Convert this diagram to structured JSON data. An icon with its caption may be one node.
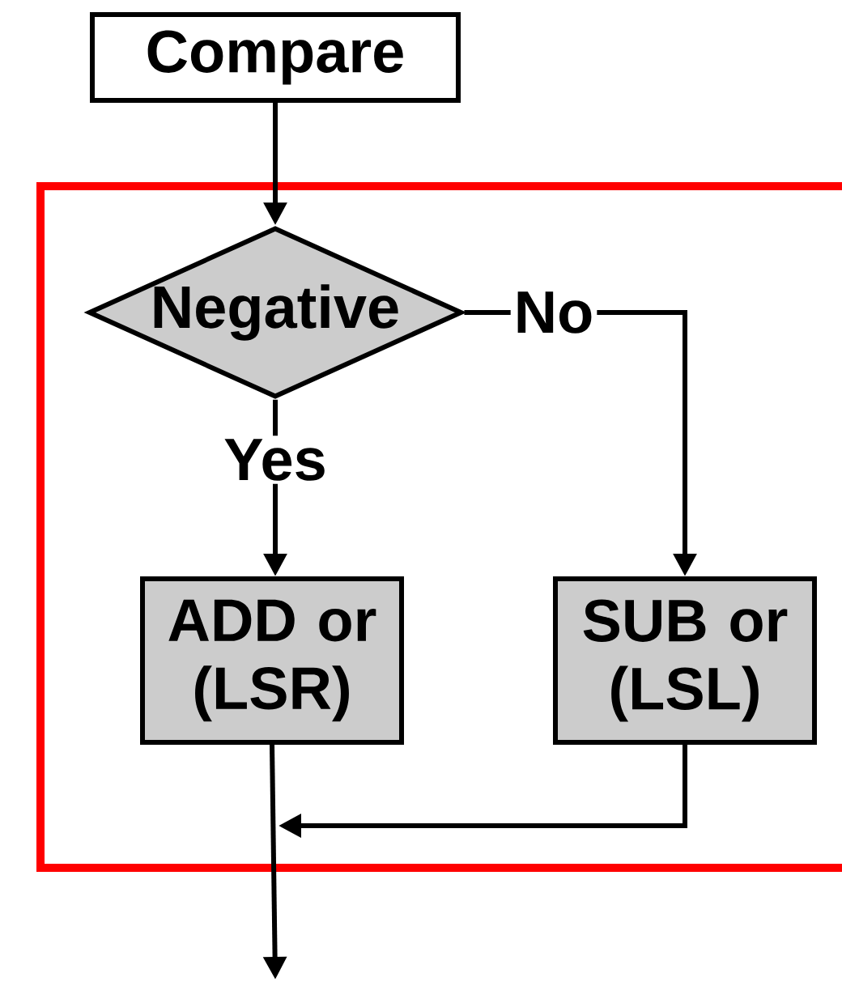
{
  "diagram": {
    "nodes": [
      {
        "text": [
          "Compare"
        ]
      },
      {
        "text": [],
        "shape": "box"
      },
      {
        "text": [
          "Negative"
        ],
        "in": 1
      },
      {
        "text": [
          "ADD or (LSR)"
        ],
        "in": 1
      },
      {
        "text": [
          "SUB or (LSL)"
        ],
        "in": 1
      }
    ],
    "edges": [
      {
        "from": 0,
        "to": 2,
        "arrow": "to"
      },
      {
        "from": 2,
        "to": 3,
        "arrow": "to",
        "label": "Yes"
      },
      {
        "from": 2,
        "to": 4,
        "arrow": "to",
        "label": "No"
      },
      {
        "from": 4,
        "to": null,
        "arrow": "to"
      },
      {
        "from": 3,
        "to": null,
        "arrow": "to"
      }
    ]
  }
}
